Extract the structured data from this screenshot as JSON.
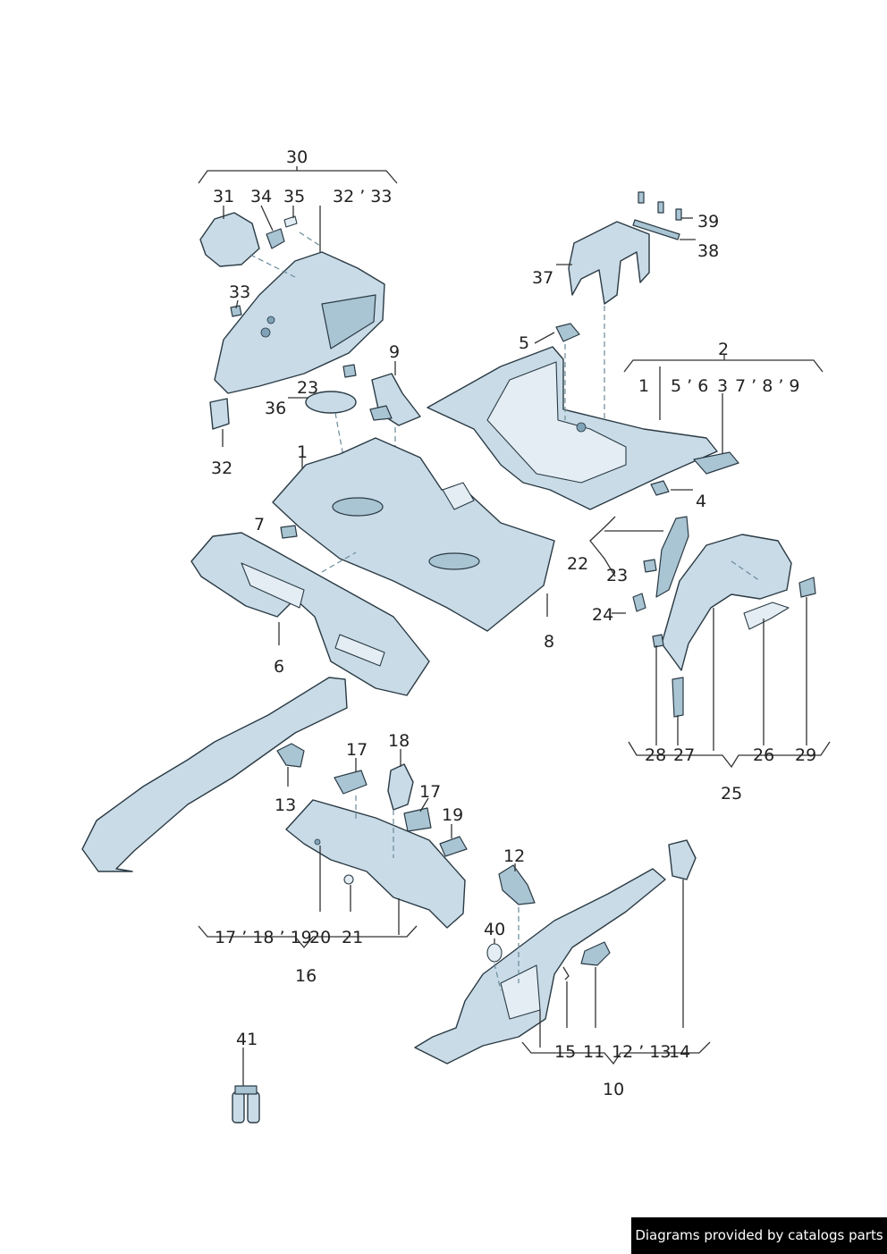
{
  "labels": {
    "l30": "30",
    "l31": "31",
    "l34": "34",
    "l35": "35",
    "l32_33": "32 ’ 33",
    "l33": "33",
    "l23a": "23",
    "l36": "36",
    "l32": "32",
    "l9": "9",
    "l1a": "1",
    "l7": "7",
    "l6": "6",
    "l8": "8",
    "l37": "37",
    "l39": "39",
    "l38": "38",
    "l5": "5",
    "l2": "2",
    "l1b": "1",
    "l5_6": "5 ’ 6",
    "l3": "3",
    "l7_8_9": "7 ’ 8 ’ 9",
    "l4": "4",
    "l22": "22",
    "l23b": "23",
    "l24": "24",
    "l28": "28",
    "l27": "27",
    "l26": "26",
    "l29": "29",
    "l25": "25",
    "l13": "13",
    "l17a": "17",
    "l18": "18",
    "l17b": "17",
    "l19": "19",
    "l17_18_19": "17 ’ 18 ’ 19",
    "l20": "20",
    "l21": "21",
    "l16": "16",
    "l12": "12",
    "l40": "40",
    "l15": "15",
    "l11": "11",
    "l12_13": "12 ’ 13",
    "l14": "14",
    "l10": "10",
    "l41": "41"
  },
  "credit": "Diagrams provided by catalogs parts"
}
